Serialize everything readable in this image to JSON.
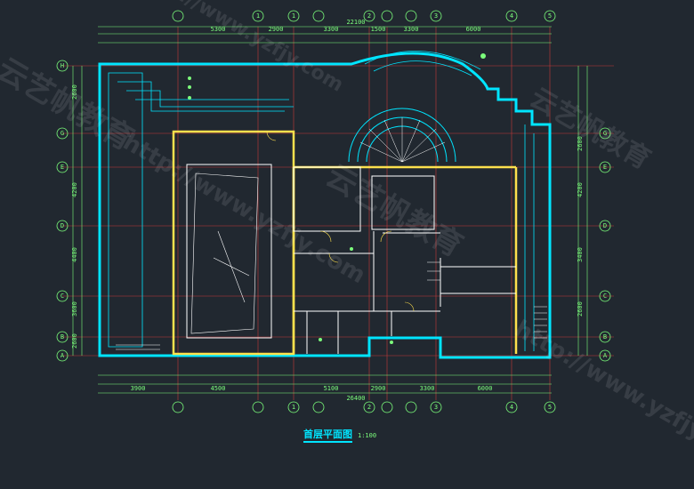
{
  "drawing": {
    "title": "首层平面图",
    "scale": "1:100"
  },
  "grid": {
    "top_columns": [
      "1",
      "2",
      "3",
      "4",
      "5"
    ],
    "bottom_columns": [
      "1",
      "2",
      "3",
      "4",
      "5"
    ],
    "rows": [
      "A",
      "B",
      "C",
      "D",
      "E",
      "G",
      "H"
    ],
    "top_dims": [
      "5300",
      "2900",
      "3300",
      "1500",
      "3300",
      "6000"
    ],
    "bottom_dims": [
      "3900",
      "4500",
      "5100",
      "2900",
      "3300",
      "6000"
    ],
    "overall_top": "22100",
    "overall_bottom": "26400",
    "left_dims": [
      "2600",
      "4200",
      "4400",
      "3600",
      "2600"
    ],
    "right_dims": [
      "2600",
      "4200",
      "3400",
      "2600"
    ]
  },
  "watermarks": {
    "brand": "云艺帆教育",
    "url": "http://www.yzfjy.com"
  },
  "colors": {
    "background": "#212830",
    "outline": "#00E5FF",
    "wall": "#FFE14D",
    "dim": "#7CFF7C",
    "line": "#FFFFFF",
    "axis": "#FF4D4D"
  }
}
